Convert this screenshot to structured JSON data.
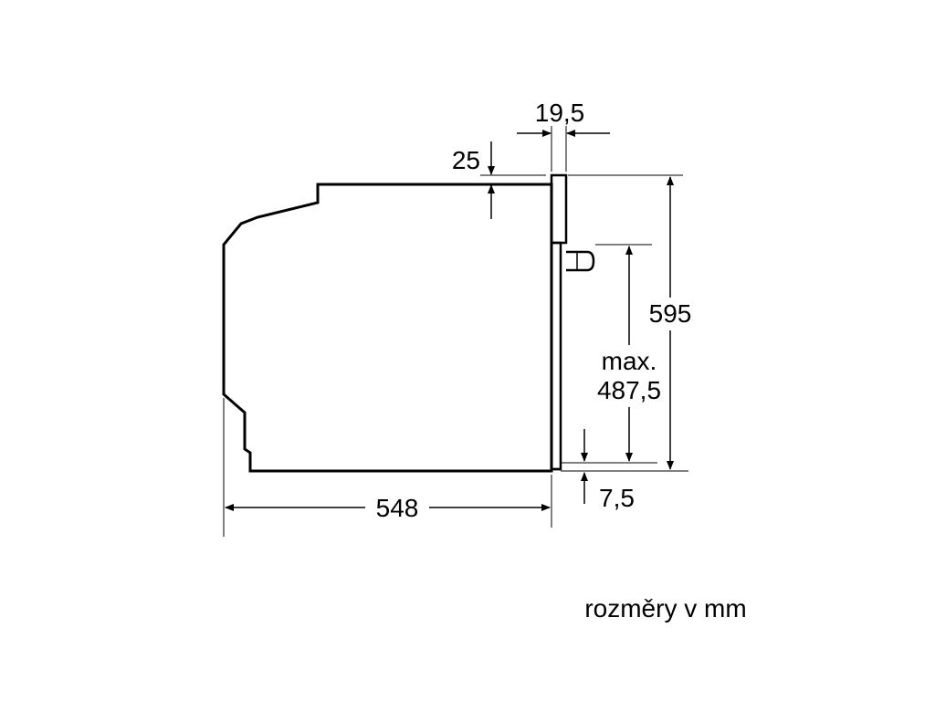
{
  "diagram": {
    "stroke_color": "#000000",
    "background": "#ffffff",
    "dimensions": {
      "gap_top": "25",
      "door_thickness": "19,5",
      "total_height": "595",
      "max_label": "max.",
      "max_value": "487,5",
      "depth": "548",
      "bottom_offset": "7,5"
    },
    "units_note": "rozměry v mm"
  }
}
